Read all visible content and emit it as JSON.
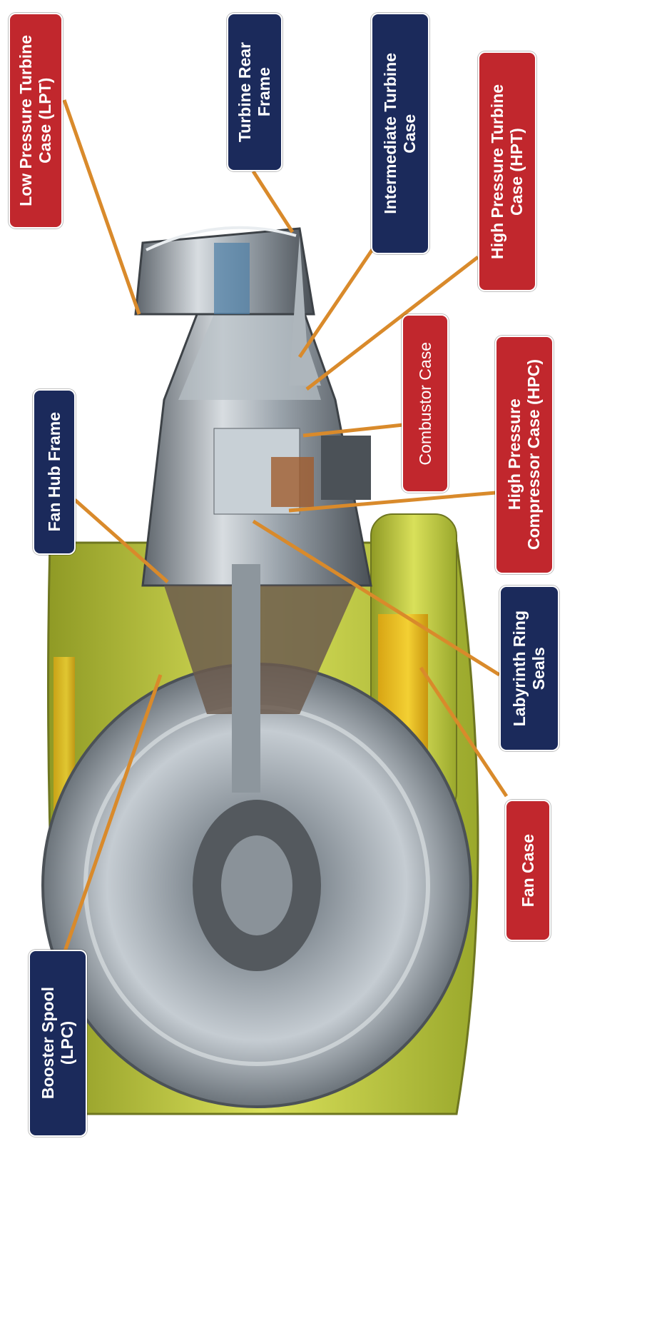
{
  "colors": {
    "red_box": "#c1272d",
    "navy_box": "#1b2a5b",
    "leader": "#d98a2b",
    "nacelle_green": "#b5bf3a",
    "nacelle_yellow": "#e8c21c",
    "metal": "#9aa3ab"
  },
  "labels": {
    "lpt": {
      "text": "Low Pressure Turbine\nCase (LPT)",
      "style": "red"
    },
    "turbine_rear_frame": {
      "text": "Turbine Rear\nFrame",
      "style": "navy"
    },
    "intermediate_turbine_case": {
      "text": "Intermediate Turbine\nCase",
      "style": "navy"
    },
    "hpt": {
      "text": "High Pressure Turbine\nCase (HPT)",
      "style": "red"
    },
    "fan_hub_frame": {
      "text": "Fan Hub Frame",
      "style": "navy"
    },
    "combustor_case": {
      "text": "Combustor Case",
      "style": "red"
    },
    "hpc": {
      "text": "High Pressure\nCompressor Case (HPC)",
      "style": "red"
    },
    "labyrinth_ring_seals": {
      "text": "Labyrinth Ring\nSeals",
      "style": "navy"
    },
    "fan_case": {
      "text": "Fan Case",
      "style": "red"
    },
    "booster_spool": {
      "text": "Booster Spool\n(LPC)",
      "style": "navy"
    }
  }
}
